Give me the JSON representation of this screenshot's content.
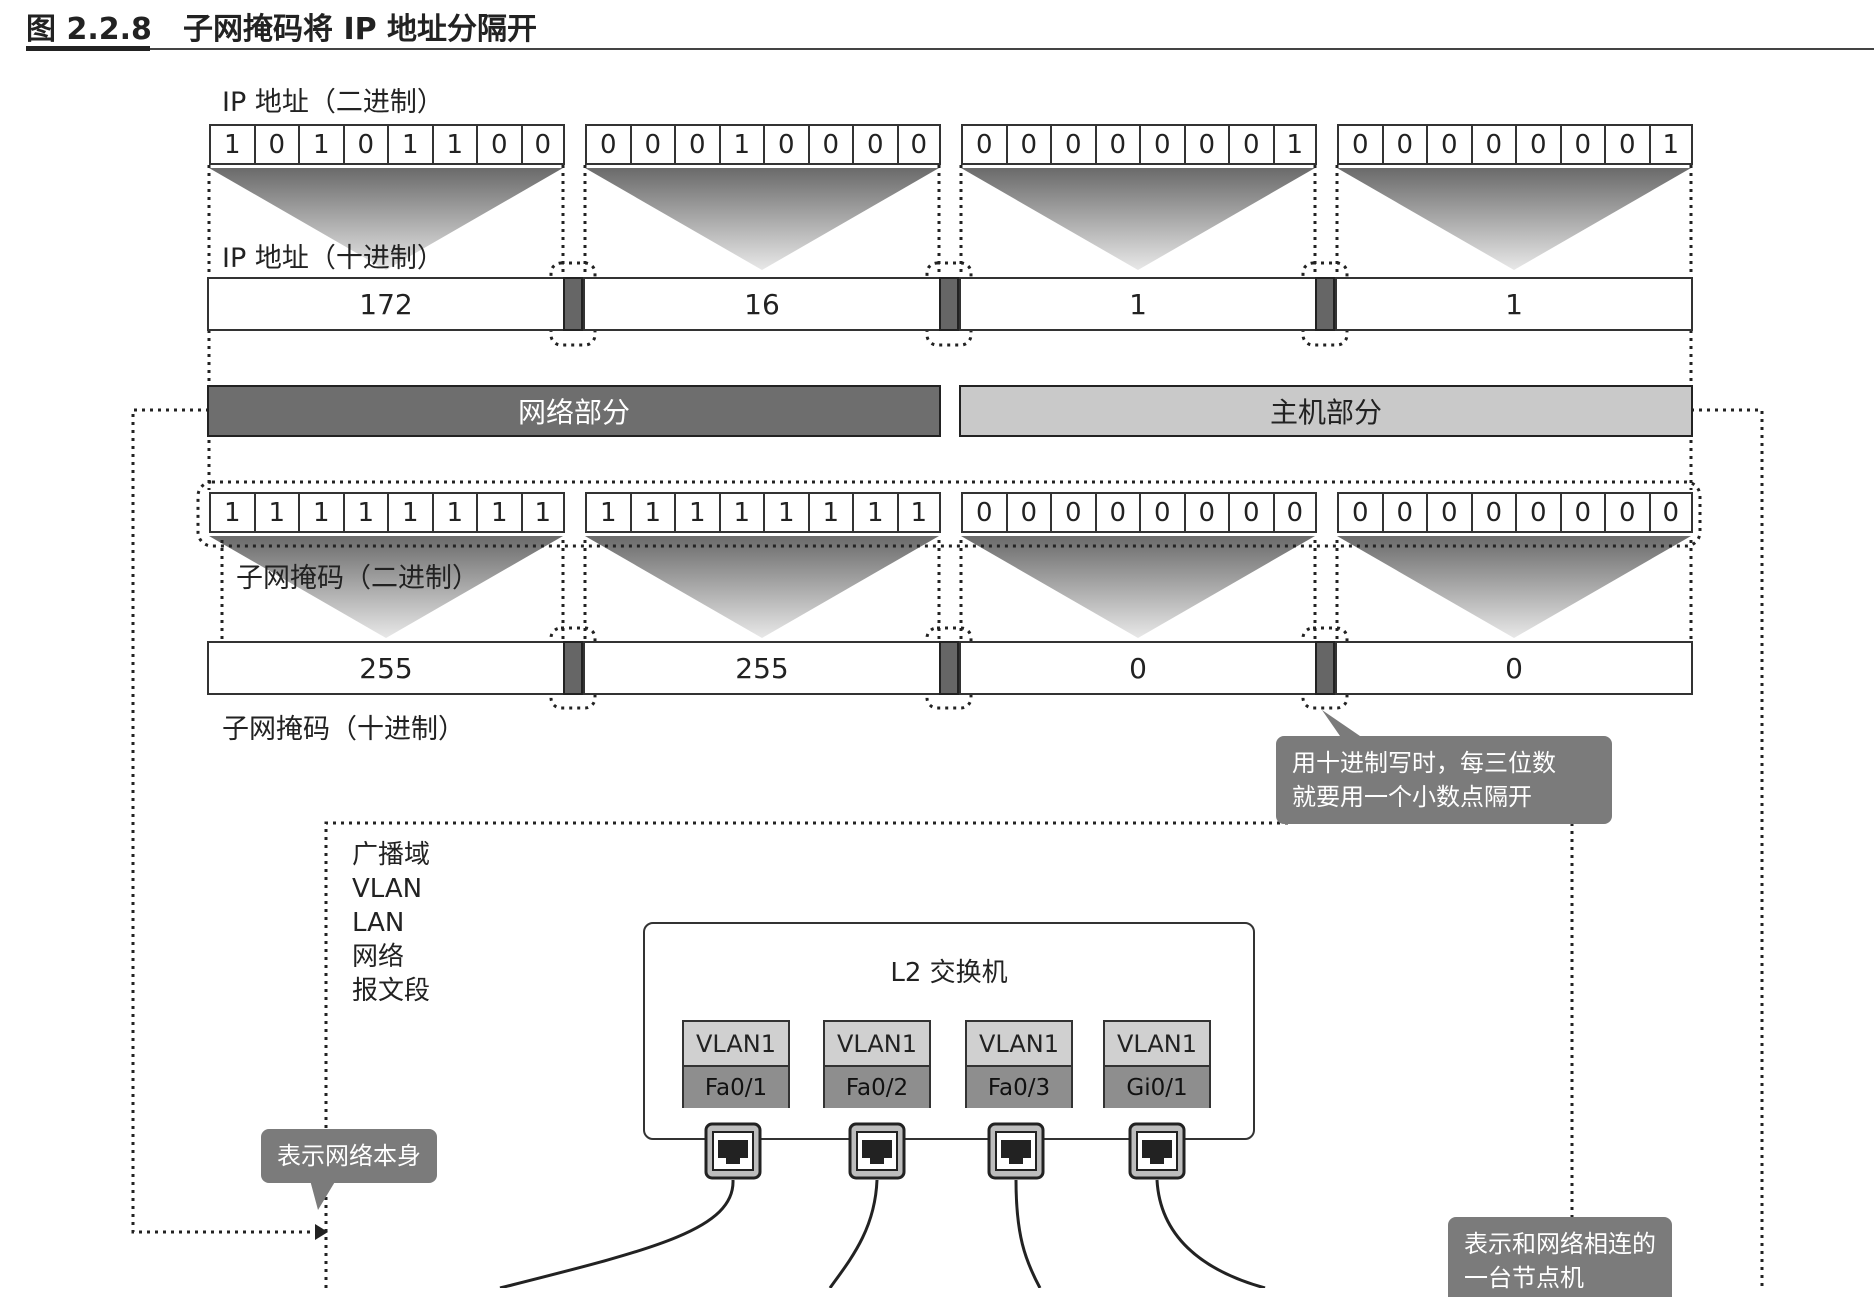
{
  "figure": {
    "number": "图 2.2.8",
    "title": "子网掩码将 IP 地址分隔开"
  },
  "labels": {
    "ip_binary": "IP 地址（二进制）",
    "ip_decimal": "IP 地址（十进制）",
    "mask_binary": "子网掩码（二进制）",
    "mask_decimal": "子网掩码（十进制）"
  },
  "ip_octets_binary": [
    [
      "1",
      "0",
      "1",
      "0",
      "1",
      "1",
      "0",
      "0"
    ],
    [
      "0",
      "0",
      "0",
      "1",
      "0",
      "0",
      "0",
      "0"
    ],
    [
      "0",
      "0",
      "0",
      "0",
      "0",
      "0",
      "0",
      "1"
    ],
    [
      "0",
      "0",
      "0",
      "0",
      "0",
      "0",
      "0",
      "1"
    ]
  ],
  "ip_octets_decimal": [
    "172",
    "16",
    "1",
    "1"
  ],
  "mask_octets_binary": [
    [
      "1",
      "1",
      "1",
      "1",
      "1",
      "1",
      "1",
      "1"
    ],
    [
      "1",
      "1",
      "1",
      "1",
      "1",
      "1",
      "1",
      "1"
    ],
    [
      "0",
      "0",
      "0",
      "0",
      "0",
      "0",
      "0",
      "0"
    ],
    [
      "0",
      "0",
      "0",
      "0",
      "0",
      "0",
      "0",
      "0"
    ]
  ],
  "mask_octets_decimal": [
    "255",
    "255",
    "0",
    "0"
  ],
  "parts": {
    "network": "网络部分",
    "host": "主机部分"
  },
  "callouts": {
    "dot_note_line1": "用十进制写时，每三位数",
    "dot_note_line2": "就要用一个小数点隔开",
    "network_itself": "表示网络本身",
    "node_line1": "表示和网络相连的",
    "node_line2": "一台节点机"
  },
  "network_terms": [
    "广播域",
    "VLAN",
    "LAN",
    "网络",
    "报文段"
  ],
  "switch": {
    "title": "L2 交换机",
    "ports": [
      {
        "vlan": "VLAN1",
        "port": "Fa0/1"
      },
      {
        "vlan": "VLAN1",
        "port": "Fa0/2"
      },
      {
        "vlan": "VLAN1",
        "port": "Fa0/3"
      },
      {
        "vlan": "VLAN1",
        "port": "Gi0/1"
      }
    ]
  },
  "colors": {
    "network_bar": "#6e6e6e",
    "host_bar": "#c9c9c9",
    "callout": "#7b7b7b"
  },
  "icons": {
    "port": "ethernet-port-icon"
  }
}
